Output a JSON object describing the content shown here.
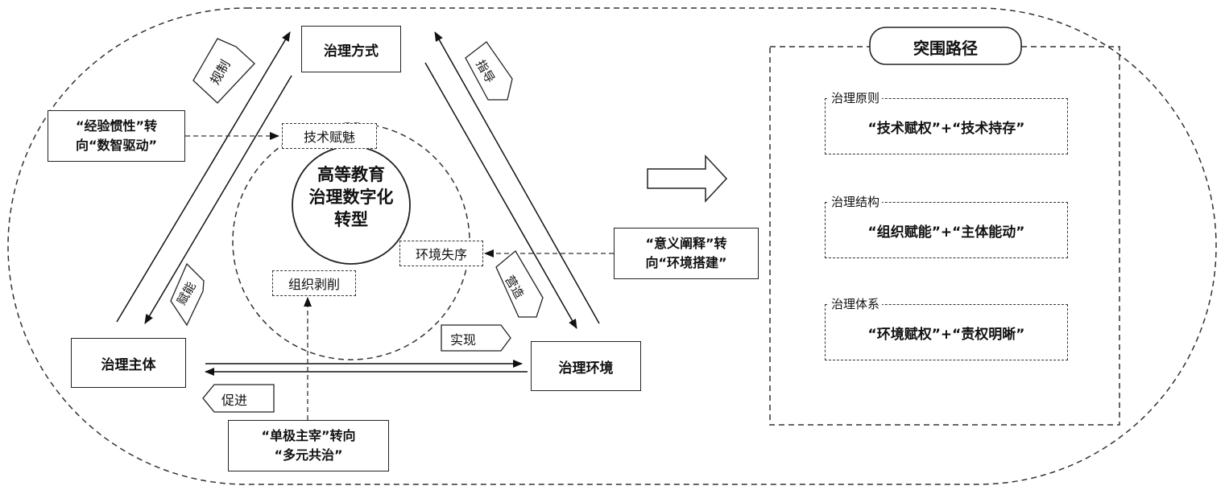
{
  "center": {
    "line1": "高等教育",
    "line2": "治理数字化",
    "line3": "转型"
  },
  "nodes": {
    "method": "治理方式",
    "subject": "治理主体",
    "environment": "治理环境"
  },
  "arrows": {
    "regulate": "规制",
    "empower": "赋能",
    "guide": "指导",
    "create": "营造",
    "realize": "实现",
    "promote": "促进"
  },
  "problems": {
    "tech_enchant": "技术赋魅",
    "env_disorder": "环境失序",
    "org_deprive": "组织剥削"
  },
  "shifts": {
    "experience": {
      "line1": "“经验惯性”转",
      "line2": "向“数智驱动”"
    },
    "meaning": {
      "line1": "“意义阐释”转",
      "line2": "向“环境搭建”"
    },
    "single": {
      "line1": "“单极主宰”转向",
      "line2": "“多元共治”"
    }
  },
  "breakthrough": {
    "title": "突围路径",
    "items": [
      {
        "label": "治理原则",
        "content": "“技术赋权”+“技术持存”"
      },
      {
        "label": "治理结构",
        "content": "“组织赋能”+“主体能动”"
      },
      {
        "label": "治理体系",
        "content": "“环境赋权”+“责权明晰”"
      }
    ]
  }
}
